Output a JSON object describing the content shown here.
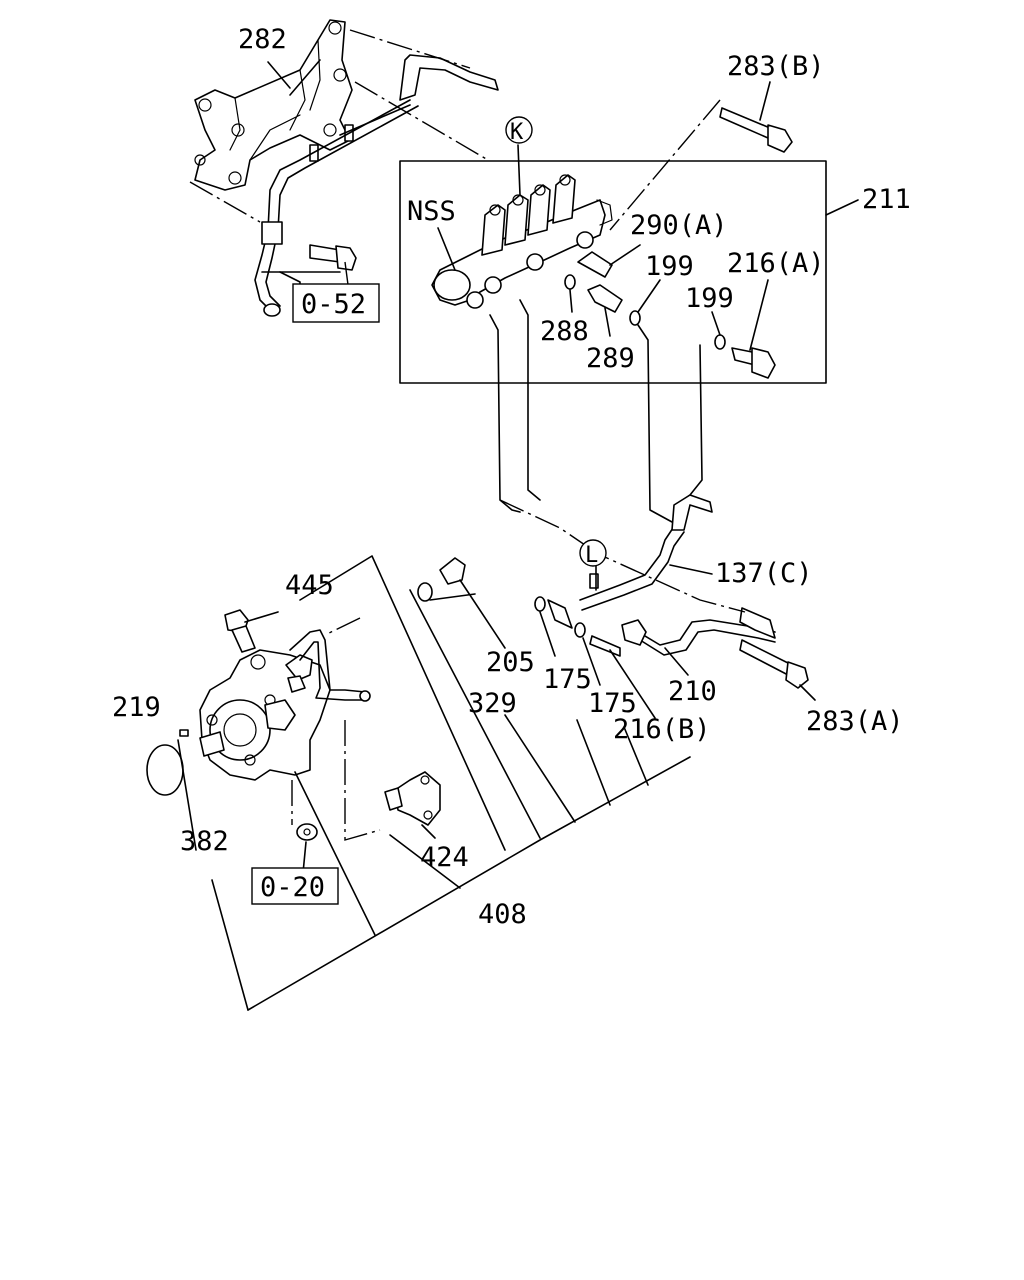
{
  "labels": {
    "l282": "282",
    "l283b": "283(B)",
    "l211": "211",
    "l290a": "290(A)",
    "l199a": "199",
    "l216a": "216(A)",
    "l199b": "199",
    "lnss": "NSS",
    "lk": "K",
    "l288": "288",
    "l289": "289",
    "l052": "0-52",
    "l137c": "137(C)",
    "ll": "L",
    "l445": "445",
    "l205": "205",
    "l175a": "175",
    "l175b": "175",
    "l210": "210",
    "l283a": "283(A)",
    "l329": "329",
    "l216b": "216(B)",
    "l219": "219",
    "l382": "382",
    "l424": "424",
    "l020": "0-20",
    "l408": "408"
  }
}
